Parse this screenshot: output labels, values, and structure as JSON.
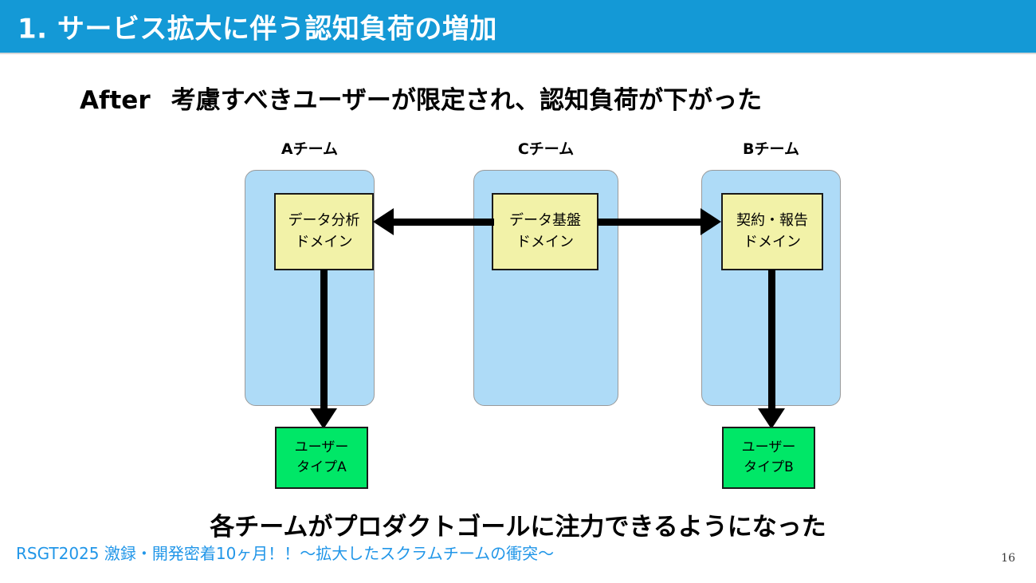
{
  "slide": {
    "title": "1. サービス拡大に伴う認知負荷の増加",
    "title_bar_color": "#1499D6",
    "subtitle_prefix": "After",
    "subtitle": "考慮すべきユーザーが限定され、認知負荷が下がった",
    "caption": "各チームがプロダクトゴールに注力できるようになった",
    "footer": "RSGT2025 激録・開発密着10ヶ月！！〜拡大したスクラムチームの衝突〜",
    "footer_color": "#2196E8",
    "page_number": "16"
  },
  "diagram": {
    "team_container_color": "#AEDBF7",
    "domain_box_color": "#F2F2A8",
    "user_box_color": "#00E767",
    "teams": [
      {
        "label": "Aチーム",
        "domain_line1": "データ分析",
        "domain_line2": "ドメイン",
        "user_line1": "ユーザー",
        "user_line2": "タイプA"
      },
      {
        "label": "Cチーム",
        "domain_line1": "データ基盤",
        "domain_line2": "ドメイン"
      },
      {
        "label": "Bチーム",
        "domain_line1": "契約・報告",
        "domain_line2": "ドメイン",
        "user_line1": "ユーザー",
        "user_line2": "タイプB"
      }
    ]
  }
}
